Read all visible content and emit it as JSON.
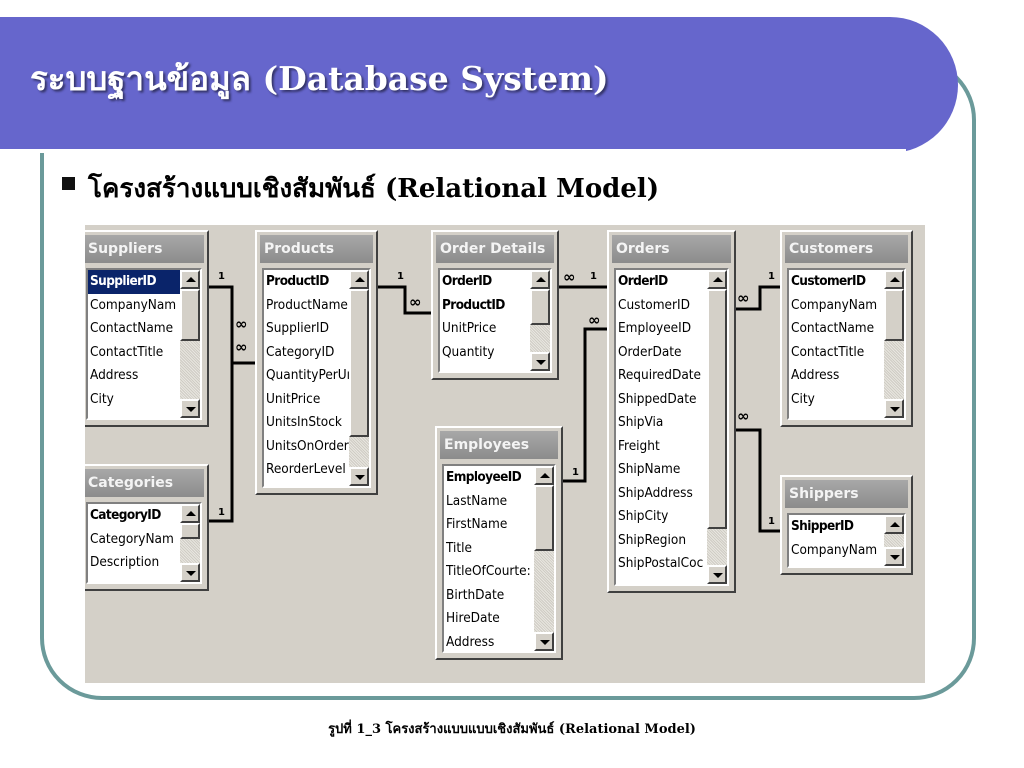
{
  "slide": {
    "title": "ระบบฐานข้อมูล (Database System)",
    "bullet": "โครงสร้างแบบเชิงสัมพันธ์ (Relational Model)",
    "caption": "รูปที่ 1_3 โครงสร้างแบบแบบเชิงสัมพันธ์ (Relational Model)"
  },
  "tables": {
    "suppliers": {
      "name": "Suppliers",
      "fields": [
        {
          "text": "SupplierID",
          "key": true,
          "sel": true
        },
        {
          "text": "CompanyNam"
        },
        {
          "text": "ContactName"
        },
        {
          "text": "ContactTitle"
        },
        {
          "text": "Address"
        },
        {
          "text": "City"
        }
      ]
    },
    "products": {
      "name": "Products",
      "fields": [
        {
          "text": "ProductID",
          "key": true
        },
        {
          "text": "ProductName"
        },
        {
          "text": "SupplierID"
        },
        {
          "text": "CategoryID"
        },
        {
          "text": "QuantityPerUı"
        },
        {
          "text": "UnitPrice"
        },
        {
          "text": "UnitsInStock"
        },
        {
          "text": "UnitsOnOrder"
        },
        {
          "text": "ReorderLevel"
        }
      ]
    },
    "order_details": {
      "name": "Order Details",
      "fields": [
        {
          "text": "OrderID",
          "key": true
        },
        {
          "text": "ProductID",
          "key": true
        },
        {
          "text": "UnitPrice"
        },
        {
          "text": "Quantity"
        }
      ]
    },
    "orders": {
      "name": "Orders",
      "fields": [
        {
          "text": "OrderID",
          "key": true
        },
        {
          "text": "CustomerID"
        },
        {
          "text": "EmployeeID"
        },
        {
          "text": "OrderDate"
        },
        {
          "text": "RequiredDate"
        },
        {
          "text": "ShippedDate"
        },
        {
          "text": "ShipVia"
        },
        {
          "text": "Freight"
        },
        {
          "text": "ShipName"
        },
        {
          "text": "ShipAddress"
        },
        {
          "text": "ShipCity"
        },
        {
          "text": "ShipRegion"
        },
        {
          "text": "ShipPostalCoc"
        }
      ]
    },
    "customers": {
      "name": "Customers",
      "fields": [
        {
          "text": "CustomerID",
          "key": true
        },
        {
          "text": "CompanyNam"
        },
        {
          "text": "ContactName"
        },
        {
          "text": "ContactTitle"
        },
        {
          "text": "Address"
        },
        {
          "text": "City"
        }
      ]
    },
    "categories": {
      "name": "Categories",
      "fields": [
        {
          "text": "CategoryID",
          "key": true
        },
        {
          "text": "CategoryNam"
        },
        {
          "text": "Description"
        }
      ]
    },
    "employees": {
      "name": "Employees",
      "fields": [
        {
          "text": "EmployeeID",
          "key": true
        },
        {
          "text": "LastName"
        },
        {
          "text": "FirstName"
        },
        {
          "text": "Title"
        },
        {
          "text": "TitleOfCourte:"
        },
        {
          "text": "BirthDate"
        },
        {
          "text": "HireDate"
        },
        {
          "text": "Address"
        }
      ]
    },
    "shippers": {
      "name": "Shippers",
      "fields": [
        {
          "text": "ShipperID",
          "key": true
        },
        {
          "text": "CompanyNam"
        }
      ]
    }
  },
  "relationship_labels": {
    "one": "1",
    "many": "∞"
  }
}
